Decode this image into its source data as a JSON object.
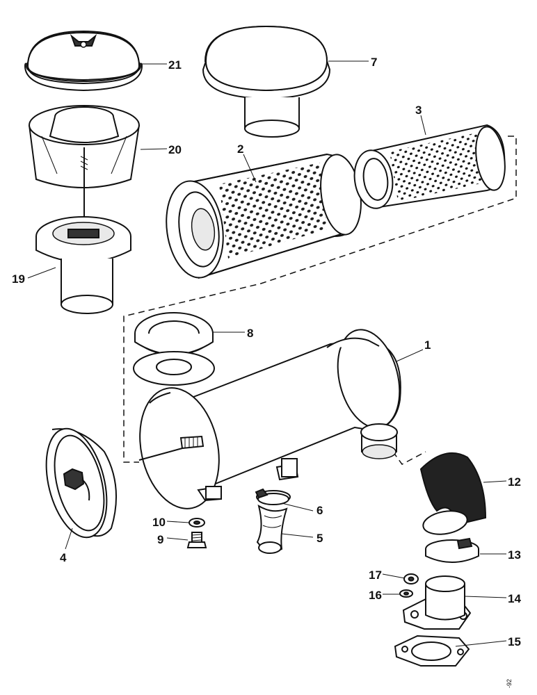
{
  "diagram": {
    "part_labels": [
      "1",
      "2",
      "3",
      "4",
      "5",
      "6",
      "7",
      "8",
      "9",
      "10",
      "12",
      "13",
      "14",
      "15",
      "16",
      "17",
      "19",
      "20",
      "21"
    ],
    "margin_code": "-92"
  }
}
